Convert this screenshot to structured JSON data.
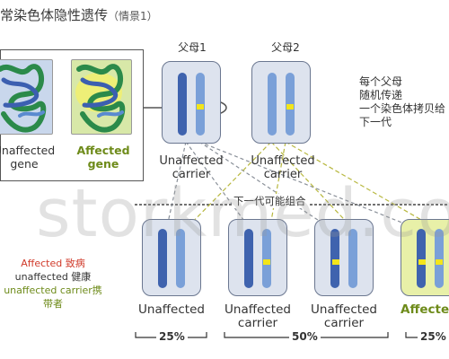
{
  "title": {
    "main": "常染色体隐性遗传",
    "sub": "（情景1）"
  },
  "callout": {
    "left_label": "Unaffected\ngene",
    "right_label": "Affected\ngene"
  },
  "parents": [
    {
      "title": "父母1",
      "label": "Unaffected\ncarrier"
    },
    {
      "title": "父母2",
      "label": "Unaffected\ncarrier"
    }
  ],
  "explanation": [
    "每个父母",
    "随机传递",
    "一个染色体拷贝给",
    "下一代"
  ],
  "next_generation_label": "下一代可能组合",
  "legend": {
    "affected": "Affected 致病",
    "unaffected": "unaffected 健康",
    "carrier": "unaffected carrier携带者"
  },
  "children": [
    {
      "label": "Unaffected"
    },
    {
      "label": "Unaffected\ncarrier"
    },
    {
      "label": "Unaffected\ncarrier"
    },
    {
      "label": "Affecte"
    }
  ],
  "percentages": [
    "25%",
    "50%",
    "25%"
  ],
  "watermark": "storkmed.com",
  "colors": {
    "chromosome_dark": "#3f63ae",
    "chromosome_light": "#7aa0d8",
    "mutation": "#f3e51a",
    "affected_text": "#6e8b1a",
    "legend_affected": "#d03a2a",
    "legend_unaffected": "#333333",
    "legend_carrier": "#6e8b1a",
    "dashed_parent1": "#8a9099",
    "dashed_parent2": "#b8b840",
    "box_fill": "#dde3ee",
    "affected_box_fill": "#e8f0a8"
  }
}
